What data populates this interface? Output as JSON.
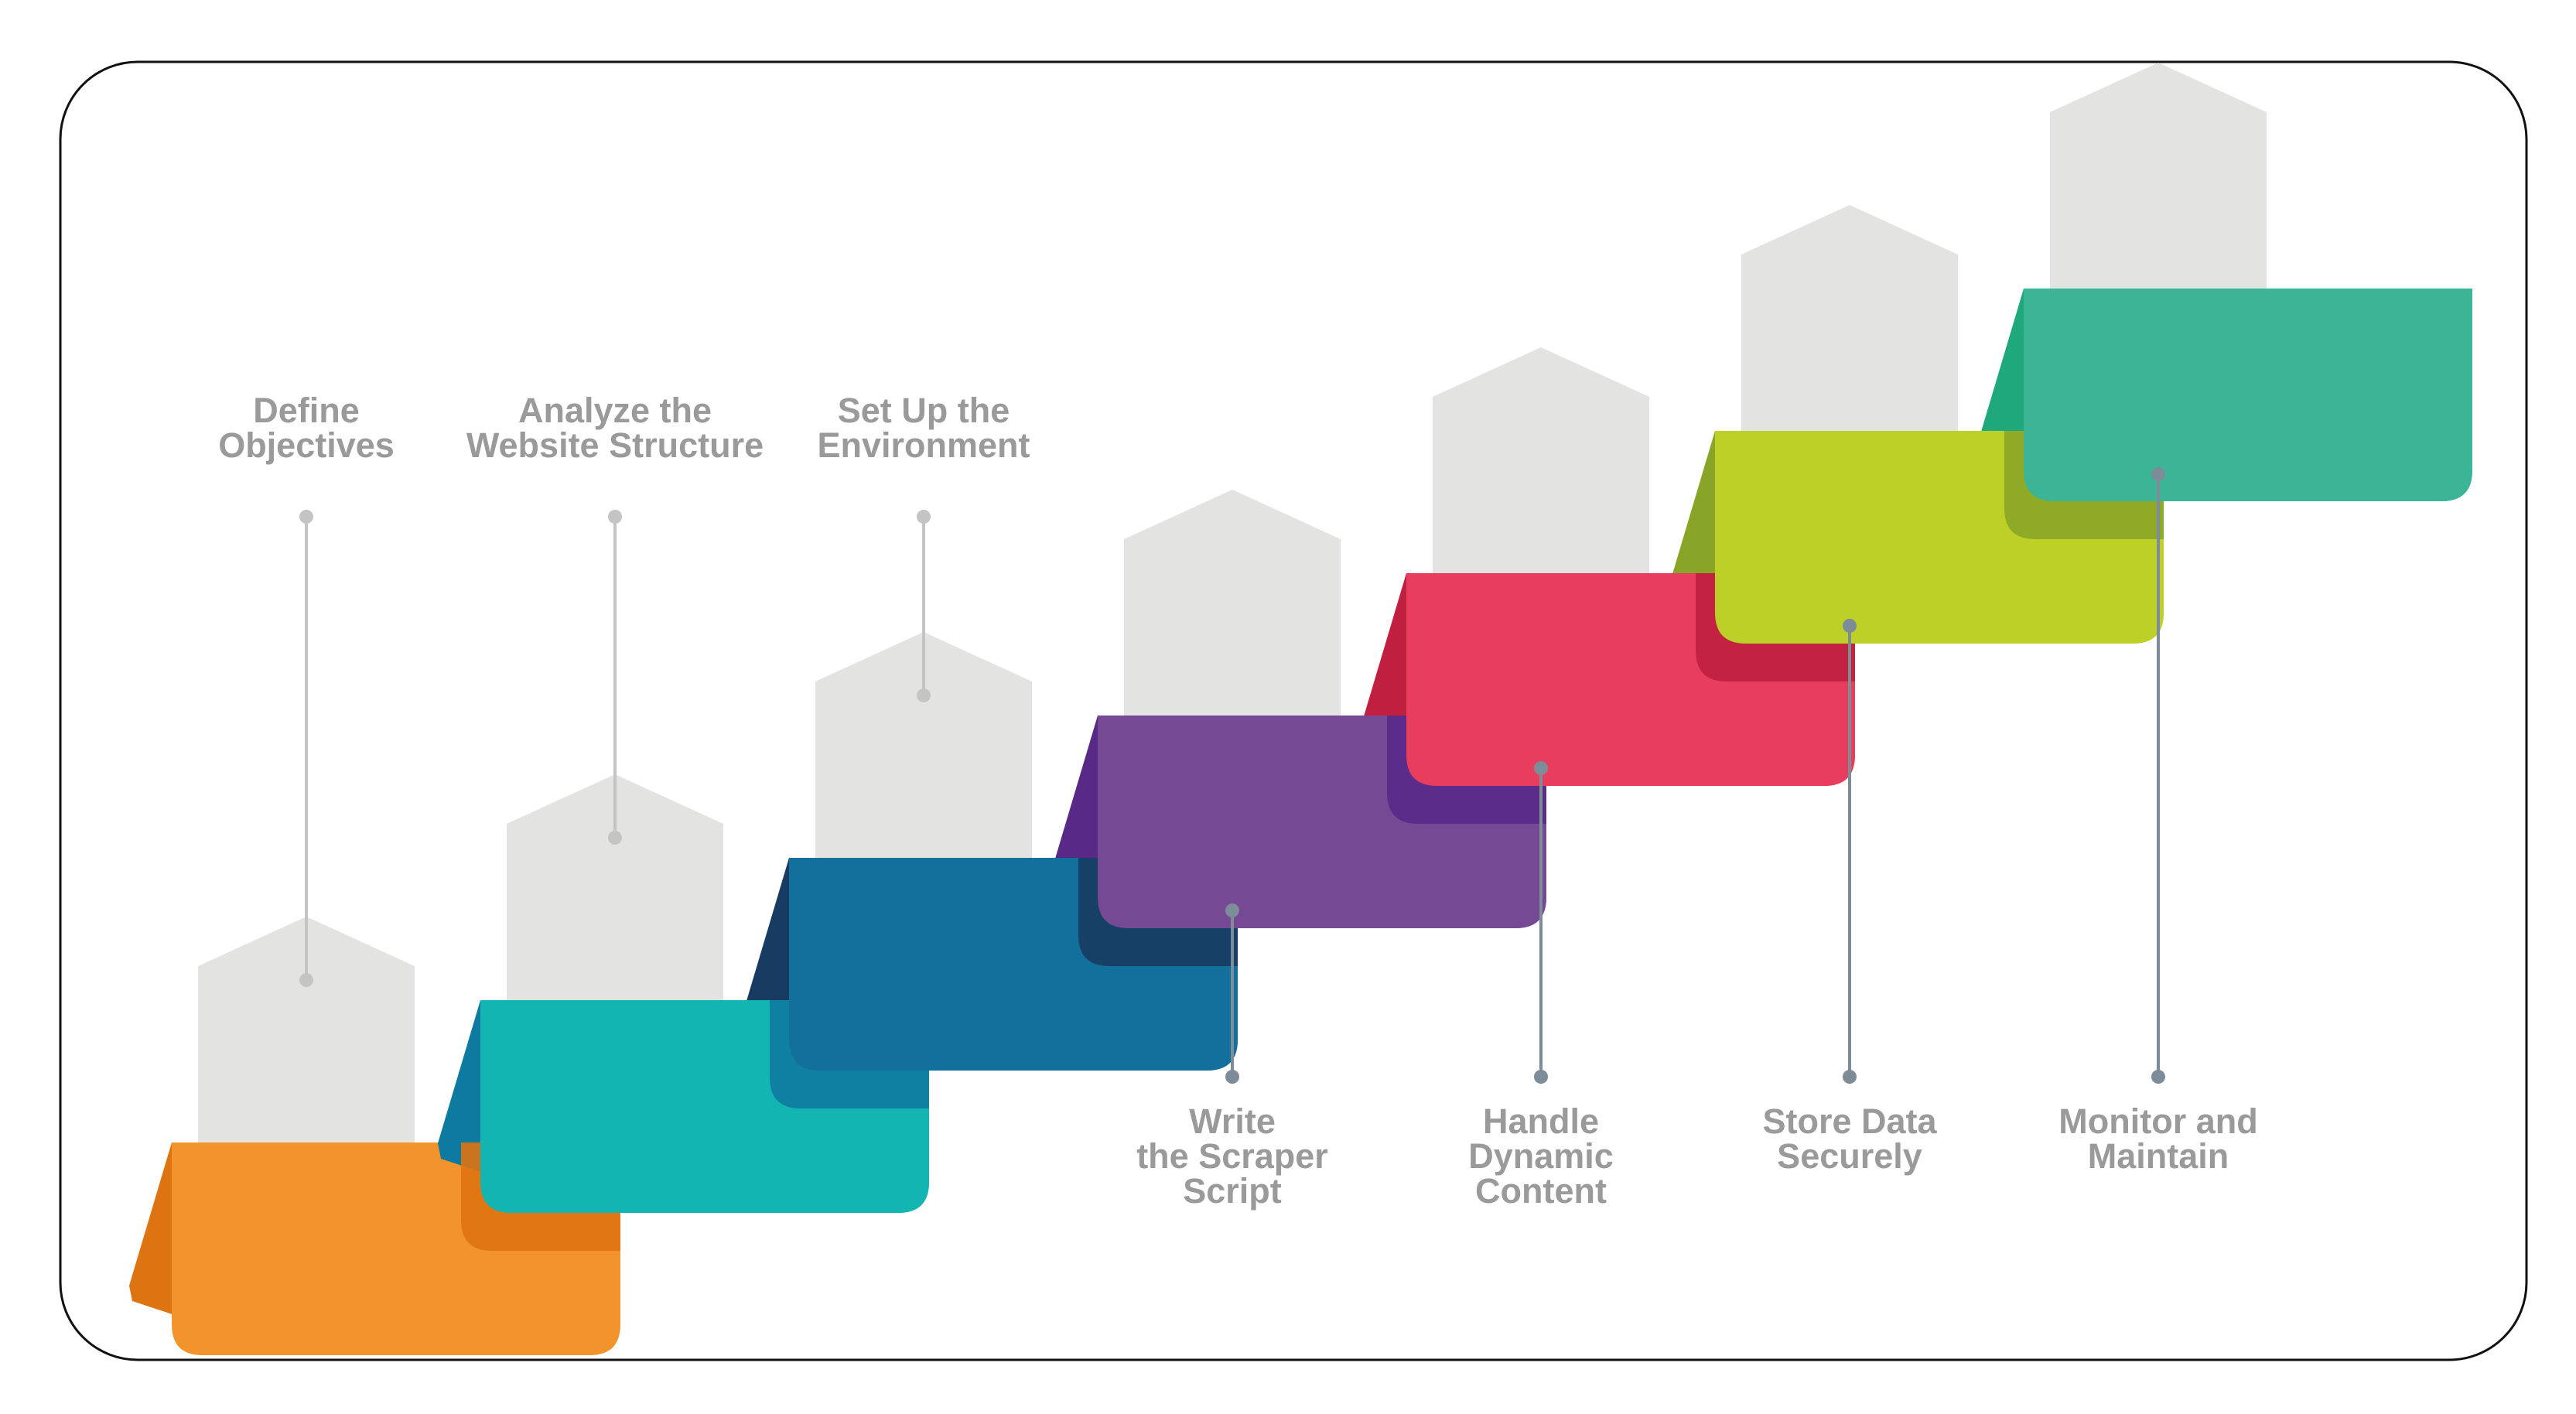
{
  "colors": {
    "frame": "#111111",
    "ghost": "#e3e3e2",
    "connector_top": "#c4c4c4",
    "connector_bottom": "#7c8c99",
    "label_text": "#9a9a9a"
  },
  "steps": [
    {
      "label": [
        "Define",
        "Objectives"
      ],
      "position": "above",
      "color": "#f2932c",
      "shade": "#de7411"
    },
    {
      "label": [
        "Analyze the",
        "Website Structure"
      ],
      "position": "above",
      "color": "#12b5b1",
      "shade": "#0f7aa0"
    },
    {
      "label": [
        "Set Up the",
        "Environment"
      ],
      "position": "above",
      "color": "#13709d",
      "shade": "#183b62"
    },
    {
      "label": [
        "Write",
        "the Scraper",
        "Script"
      ],
      "position": "below",
      "color": "#764995",
      "shade": "#592987"
    },
    {
      "label": [
        "Handle",
        "Dynamic",
        "Content"
      ],
      "position": "below",
      "color": "#e83d5c",
      "shade": "#c01f3f"
    },
    {
      "label": [
        "Store Data",
        "Securely"
      ],
      "position": "below",
      "color": "#bcd027",
      "shade": "#88a528"
    },
    {
      "label": [
        "Monitor and",
        "Maintain"
      ],
      "position": "below",
      "color": "#3cb596",
      "shade": "#1fa87c"
    }
  ]
}
